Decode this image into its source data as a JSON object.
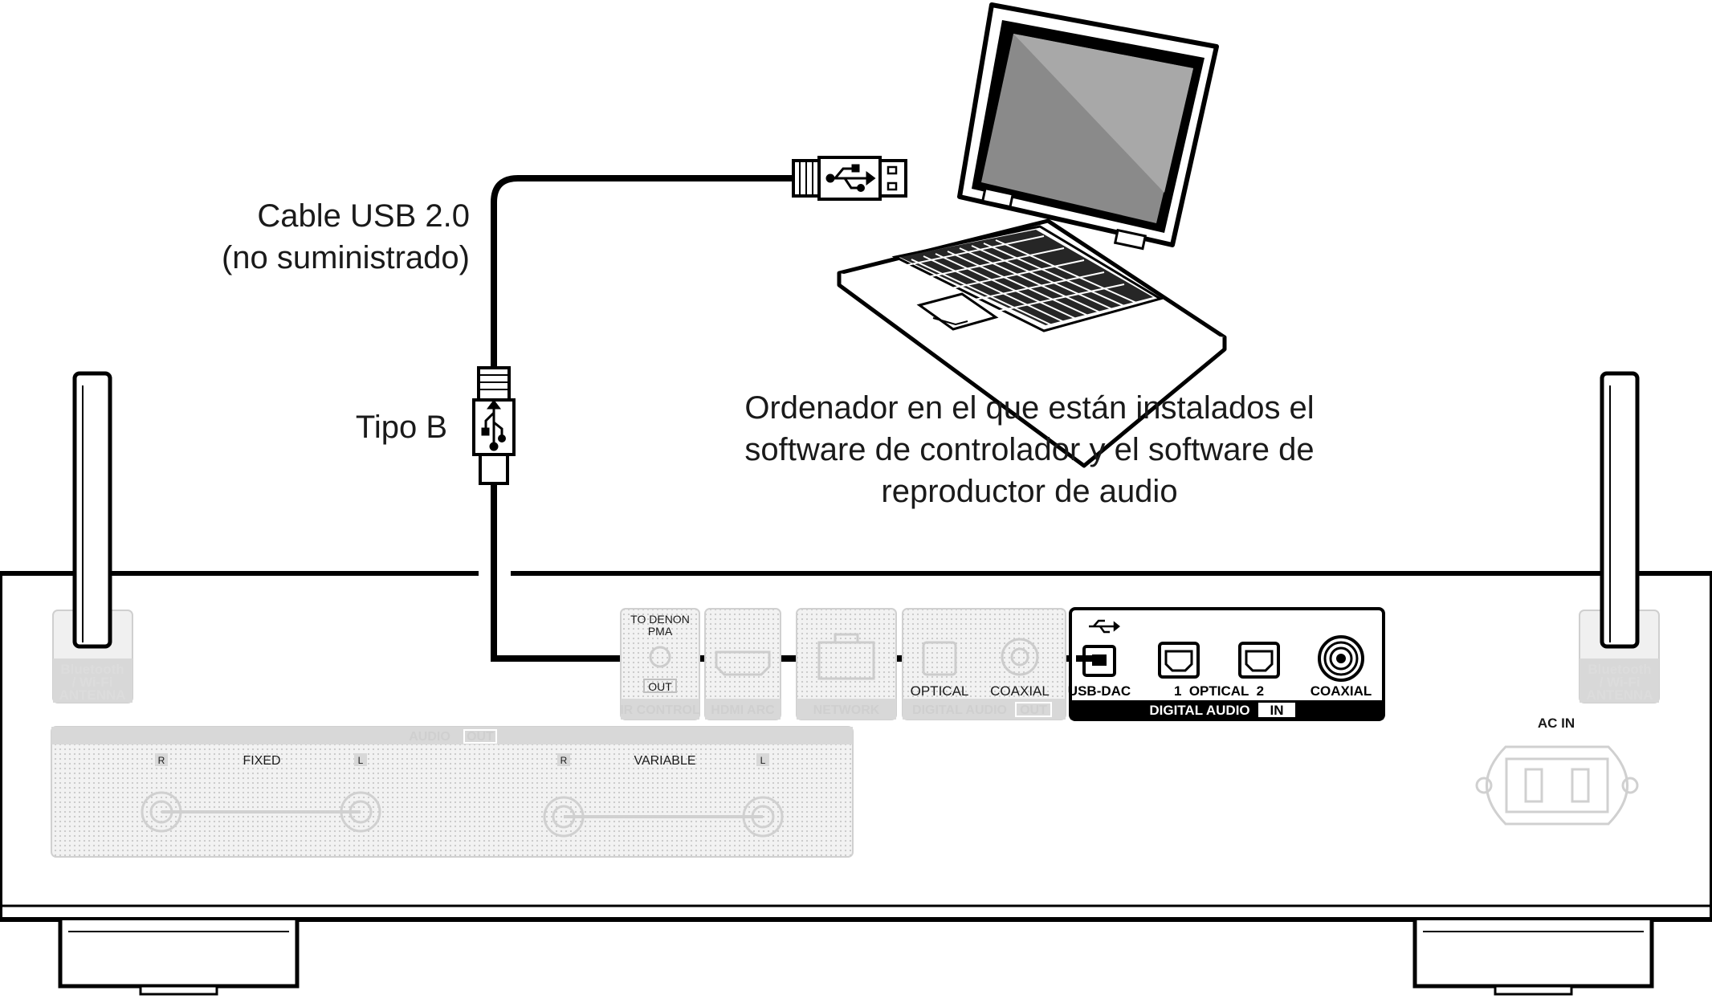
{
  "captions": {
    "cable_line1": "Cable USB 2.0",
    "cable_line2": "(no suministrado)",
    "connector_type": "Tipo B",
    "computer_line1": "Ordenador en el que están instalados el",
    "computer_line2": "software de controlador y el software de",
    "computer_line3": "reproductor de audio"
  },
  "panel": {
    "antenna_label_1": "Bluetooth",
    "antenna_label_2": "/ Wi-Fi",
    "antenna_label_3": "ANTENNA",
    "to_denon_1": "TO DENON",
    "to_denon_2": "PMA",
    "out_badge": "OUT",
    "ir_control": "IR CONTROL",
    "hdmi_arc": "HDMI ARC",
    "network": "NETWORK",
    "optical_out": "OPTICAL",
    "coaxial_out": "COAXIAL",
    "digital_audio_out": "DIGITAL AUDIO",
    "usb_dac": "USB-DAC",
    "optical_in": "1  OPTICAL  2",
    "coaxial_in": "COAXIAL",
    "digital_audio_in": "DIGITAL AUDIO",
    "in_badge": "IN",
    "audio_out": "AUDIO",
    "fixed": "FIXED",
    "variable": "VARIABLE",
    "ch_r": "R",
    "ch_l": "L",
    "ac_in": "AC IN"
  },
  "colors": {
    "line": "#000000",
    "panel_bg": "#ffffff",
    "highlight_block": "#1a1a1a",
    "dim_block": "#d8d8d8",
    "dim_text": "#b5b5b5"
  }
}
